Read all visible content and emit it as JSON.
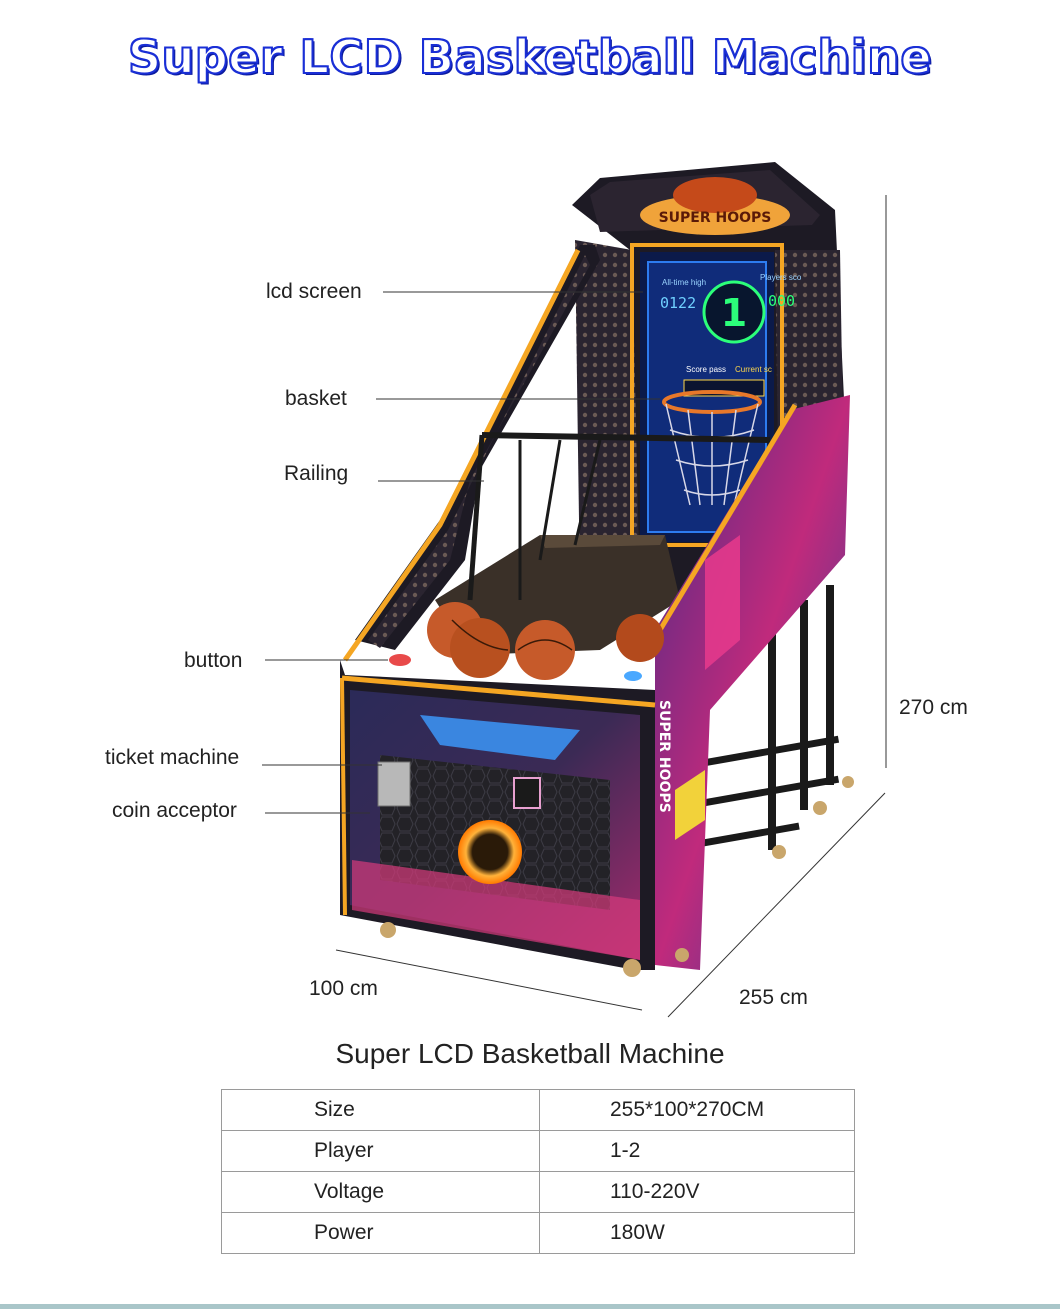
{
  "title": "Super LCD Basketball Machine",
  "logo_text": "SUPER HOOPS",
  "side_text": "SUPER HOOPS",
  "screen": {
    "alltime_label": "All-time high",
    "alltime_value": "0122",
    "players_label": "Players sco",
    "players_value": "000",
    "center_value": "1",
    "scorepass_label": "Score pass",
    "current_label": "Current sc"
  },
  "callouts": {
    "lcd": "lcd screen",
    "basket": "basket",
    "railing": "Railing",
    "button": "button",
    "ticket": "ticket machine",
    "coin": "coin acceptor"
  },
  "dimensions": {
    "height": "270 cm",
    "width": "100 cm",
    "depth": "255 cm"
  },
  "spec_title": "Super LCD Basketball Machine",
  "specs": [
    {
      "key": "Size",
      "value": "255*100*270CM"
    },
    {
      "key": "Player",
      "value": "1-2"
    },
    {
      "key": "Voltage",
      "value": "110-220V"
    },
    {
      "key": "Power",
      "value": "180W"
    }
  ],
  "colors": {
    "title_stroke": "#1a2fd6",
    "neon_orange": "#f5a623",
    "neon_pink": "#e83a8c",
    "neon_blue": "#2d7cf0",
    "cabinet_dark": "#1d1a24"
  }
}
